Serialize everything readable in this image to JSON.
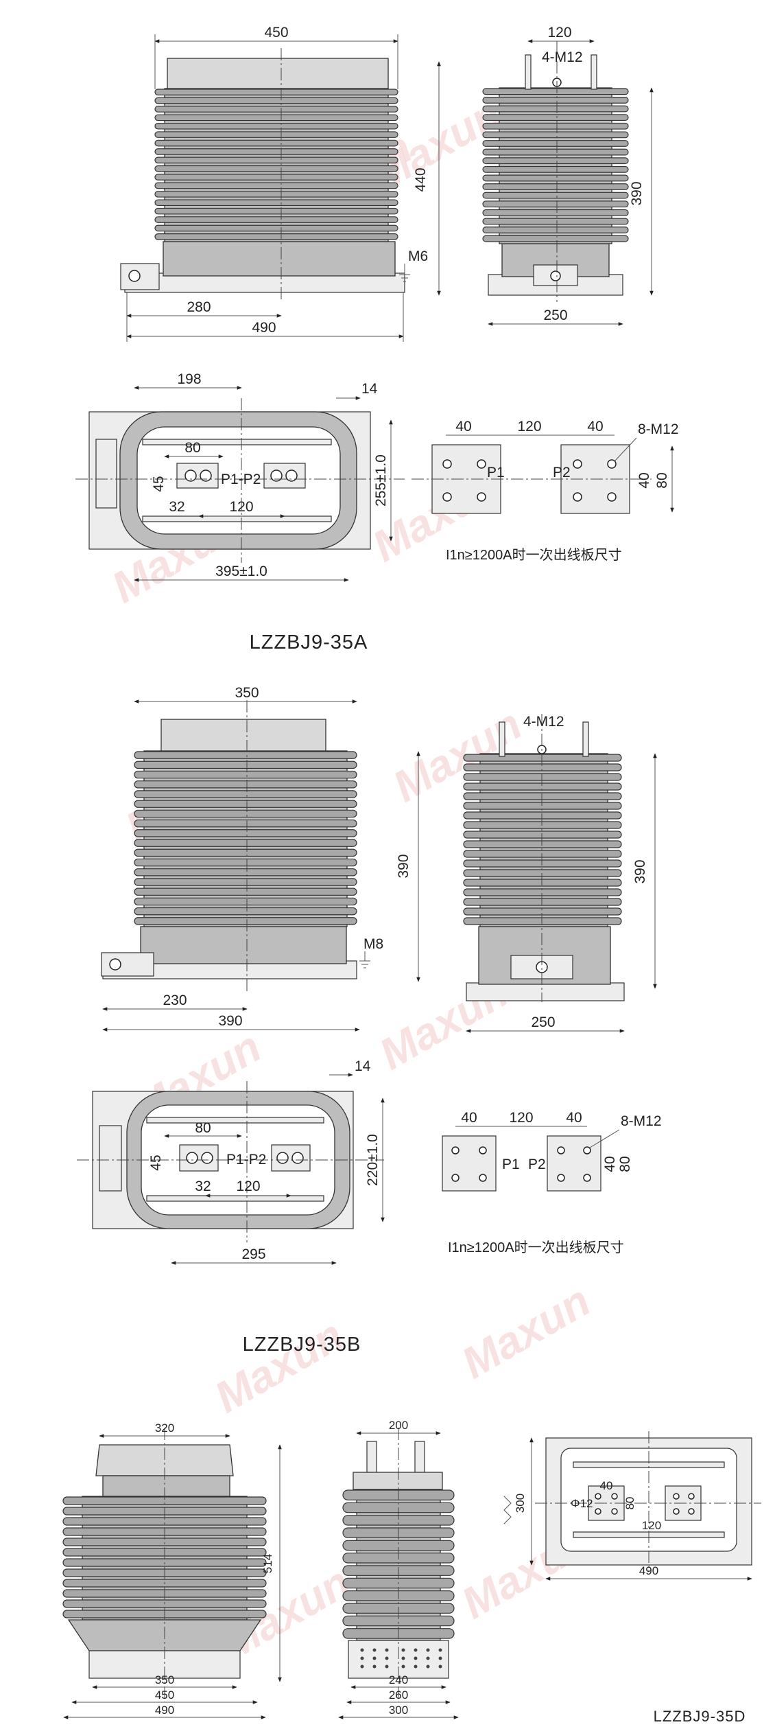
{
  "watermark": "Maxun",
  "models": {
    "a": "LZZBJ9-35A",
    "b": "LZZBJ9-35B",
    "d": "LZZBJ9-35D"
  },
  "note": "I1n≥1200A时一次出线板尺寸",
  "dims_a": {
    "front_width": "450",
    "front_height": "440",
    "front_280": "280",
    "front_490": "490",
    "ground_bolt": "M6",
    "side_top": "120",
    "side_terminal": "4-M12",
    "side_height": "390",
    "side_base": "250",
    "plan_198": "198",
    "plan_14": "14",
    "plan_80": "80",
    "plan_45": "45",
    "plan_32": "32",
    "plan_120": "120",
    "plan_depth": "255±1.0",
    "plan_width": "395±1.0",
    "plan_p1p2": "P1-P2",
    "pad_40a": "40",
    "pad_120": "120",
    "pad_40b": "40",
    "pad_bolts": "8-M12",
    "pad_40v": "40",
    "pad_80v": "80",
    "pad_p1": "P1",
    "pad_p2": "P2"
  },
  "dims_b": {
    "front_width": "350",
    "front_height": "390",
    "front_230": "230",
    "front_390": "390",
    "ground_bolt": "M8",
    "side_terminal": "4-M12",
    "side_height": "390",
    "side_base": "250",
    "plan_14": "14",
    "plan_80": "80",
    "plan_45": "45",
    "plan_32": "32",
    "plan_120": "120",
    "plan_depth": "220±1.0",
    "plan_width": "295",
    "plan_p1p2": "P1-P2",
    "pad_40a": "40",
    "pad_120": "120",
    "pad_40b": "40",
    "pad_bolts": "8-M12",
    "pad_40v": "40",
    "pad_80v": "80",
    "pad_p1": "P1",
    "pad_p2": "P2"
  },
  "dims_d": {
    "front_top": "320",
    "front_height": "514",
    "front_350": "350",
    "front_450": "450",
    "front_490": "490",
    "side_top": "200",
    "side_240": "240",
    "side_260": "260",
    "side_300": "300",
    "plan_300": "300",
    "plan_490": "490",
    "plan_dia": "Φ12",
    "plan_40": "40",
    "plan_80": "80",
    "plan_120": "120"
  }
}
